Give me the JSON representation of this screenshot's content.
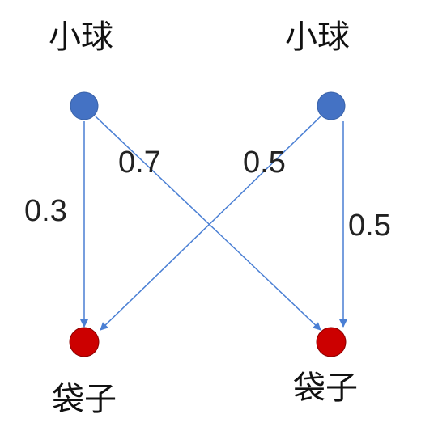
{
  "nodes": {
    "top_left_label": "小球",
    "top_right_label": "小球",
    "bottom_left_label": "袋子",
    "bottom_right_label": "袋子"
  },
  "edges": [
    {
      "from": "top-left",
      "to": "bottom-left",
      "label": "0.3"
    },
    {
      "from": "top-left",
      "to": "bottom-right",
      "label": "0.7"
    },
    {
      "from": "top-right",
      "to": "bottom-left",
      "label": "0.5"
    },
    {
      "from": "top-right",
      "to": "bottom-right",
      "label": "0.5"
    }
  ],
  "colors": {
    "ball": "#4472c4",
    "bag": "#c00000",
    "arrow": "#4a7fd4"
  }
}
